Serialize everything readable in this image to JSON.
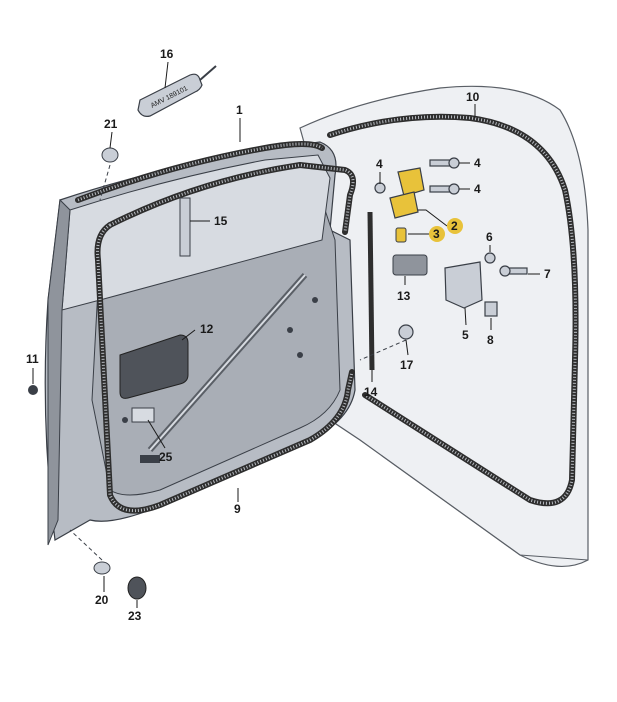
{
  "callouts": {
    "c1": "1",
    "c2": "2",
    "c3": "3",
    "c4a": "4",
    "c4b": "4",
    "c4c": "4",
    "c5": "5",
    "c6": "6",
    "c7": "7",
    "c8": "8",
    "c9": "9",
    "c10": "10",
    "c11": "11",
    "c12": "12",
    "c13": "13",
    "c14": "14",
    "c15": "15",
    "c16": "16",
    "c17": "17",
    "c20": "20",
    "c21": "21",
    "c23": "23",
    "c25": "25"
  },
  "tube_text": "AMV 189101",
  "highlight_color": "#e8c23a",
  "part_color": "#c9ced6",
  "outline_color": "#3a3f47",
  "seal_color": "#2e2e2e"
}
